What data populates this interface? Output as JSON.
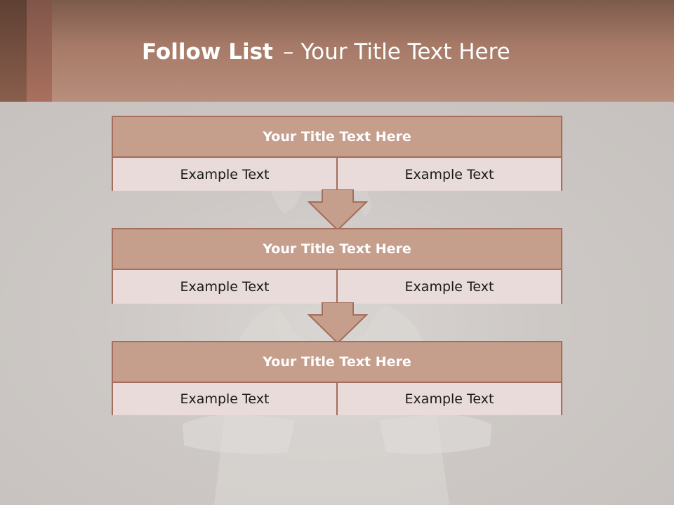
{
  "header": {
    "title_bold": "Follow List",
    "title_dash": "–",
    "title_rest": "Your Title Text Here"
  },
  "steps": [
    {
      "title": "Your Title Text Here",
      "cells": [
        "Example Text",
        "Example Text"
      ]
    },
    {
      "title": "Your Title Text Here",
      "cells": [
        "Example Text",
        "Example Text"
      ]
    },
    {
      "title": "Your Title Text Here",
      "cells": [
        "Example Text",
        "Example Text"
      ]
    }
  ],
  "colors": {
    "header_brown": "#a67a67",
    "box_title_fill": "#c59e8c",
    "box_border": "#a56d5b",
    "cell_fill": "#e8dbd9"
  }
}
